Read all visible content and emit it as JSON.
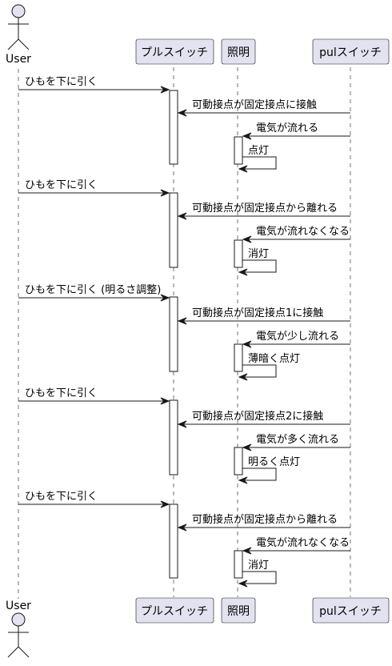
{
  "participants": {
    "user": {
      "label": "User"
    },
    "pull_switch": {
      "label": "プルスイッチ"
    },
    "light": {
      "label": "照明"
    },
    "pul_switch": {
      "label": "pulスイッチ"
    }
  },
  "messages": [
    {
      "from": "user",
      "to": "pull_switch",
      "text": "ひもを下に引く"
    },
    {
      "from": "pul_switch",
      "to": "pull_switch",
      "text": "可動接点が固定接点に接触"
    },
    {
      "from": "pul_switch",
      "to": "light",
      "text": "電気が流れる"
    },
    {
      "from": "light",
      "to": "light",
      "text": "点灯"
    },
    {
      "from": "user",
      "to": "pull_switch",
      "text": "ひもを下に引く"
    },
    {
      "from": "pul_switch",
      "to": "pull_switch",
      "text": "可動接点が固定接点から離れる"
    },
    {
      "from": "pul_switch",
      "to": "light",
      "text": "電気が流れなくなる"
    },
    {
      "from": "light",
      "to": "light",
      "text": "消灯"
    },
    {
      "from": "user",
      "to": "pull_switch",
      "text": "ひもを下に引く (明るさ調整)"
    },
    {
      "from": "pul_switch",
      "to": "pull_switch",
      "text": "可動接点が固定接点1に接触"
    },
    {
      "from": "pul_switch",
      "to": "light",
      "text": "電気が少し流れる"
    },
    {
      "from": "light",
      "to": "light",
      "text": "薄暗く点灯"
    },
    {
      "from": "user",
      "to": "pull_switch",
      "text": "ひもを下に引く"
    },
    {
      "from": "pul_switch",
      "to": "pull_switch",
      "text": "可動接点が固定接点2に接触"
    },
    {
      "from": "pul_switch",
      "to": "light",
      "text": "電気が多く流れる"
    },
    {
      "from": "light",
      "to": "light",
      "text": "明るく点灯"
    },
    {
      "from": "user",
      "to": "pull_switch",
      "text": "ひもを下に引く"
    },
    {
      "from": "pul_switch",
      "to": "pull_switch",
      "text": "可動接点が固定接点から離れる"
    },
    {
      "from": "pul_switch",
      "to": "light",
      "text": "電気が流れなくなる"
    },
    {
      "from": "light",
      "to": "light",
      "text": "消灯"
    }
  ]
}
